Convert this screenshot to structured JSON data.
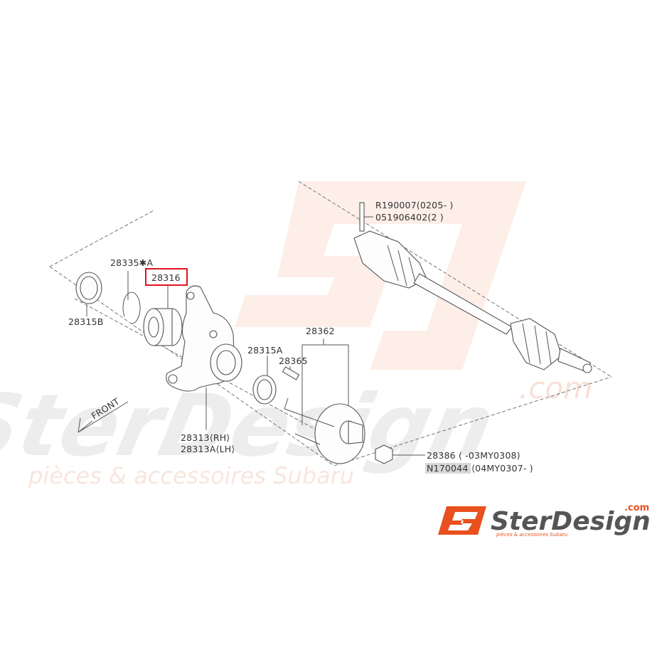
{
  "watermark": {
    "brand": "SterDesign",
    "domain": ".com",
    "tagline": "pièces & accessoires Subaru"
  },
  "direction": {
    "front": "FRONT"
  },
  "parts": {
    "p28335": "28335✱A",
    "p28316": "28316",
    "p28315b": "28315B",
    "p28313rh": "28313⟨RH⟩",
    "p28313alh": "28313A⟨LH⟩",
    "p28315a": "28315A",
    "p28362": "28362",
    "p28365": "28365",
    "r190007": "R190007(0205-   )",
    "p0519": "051906402(2  )",
    "p28386": "28386    (        -03MY0308)",
    "n170044": "N170044",
    "n170044_range": "⟨04MY0307-       )"
  },
  "highlight": {
    "color": "#e0141e",
    "part": "28316"
  },
  "logo": {
    "brand": "SterDesign",
    "domain": ".com",
    "tagline": "pièces & accessoires Subaru",
    "accent": "#e8501e"
  }
}
